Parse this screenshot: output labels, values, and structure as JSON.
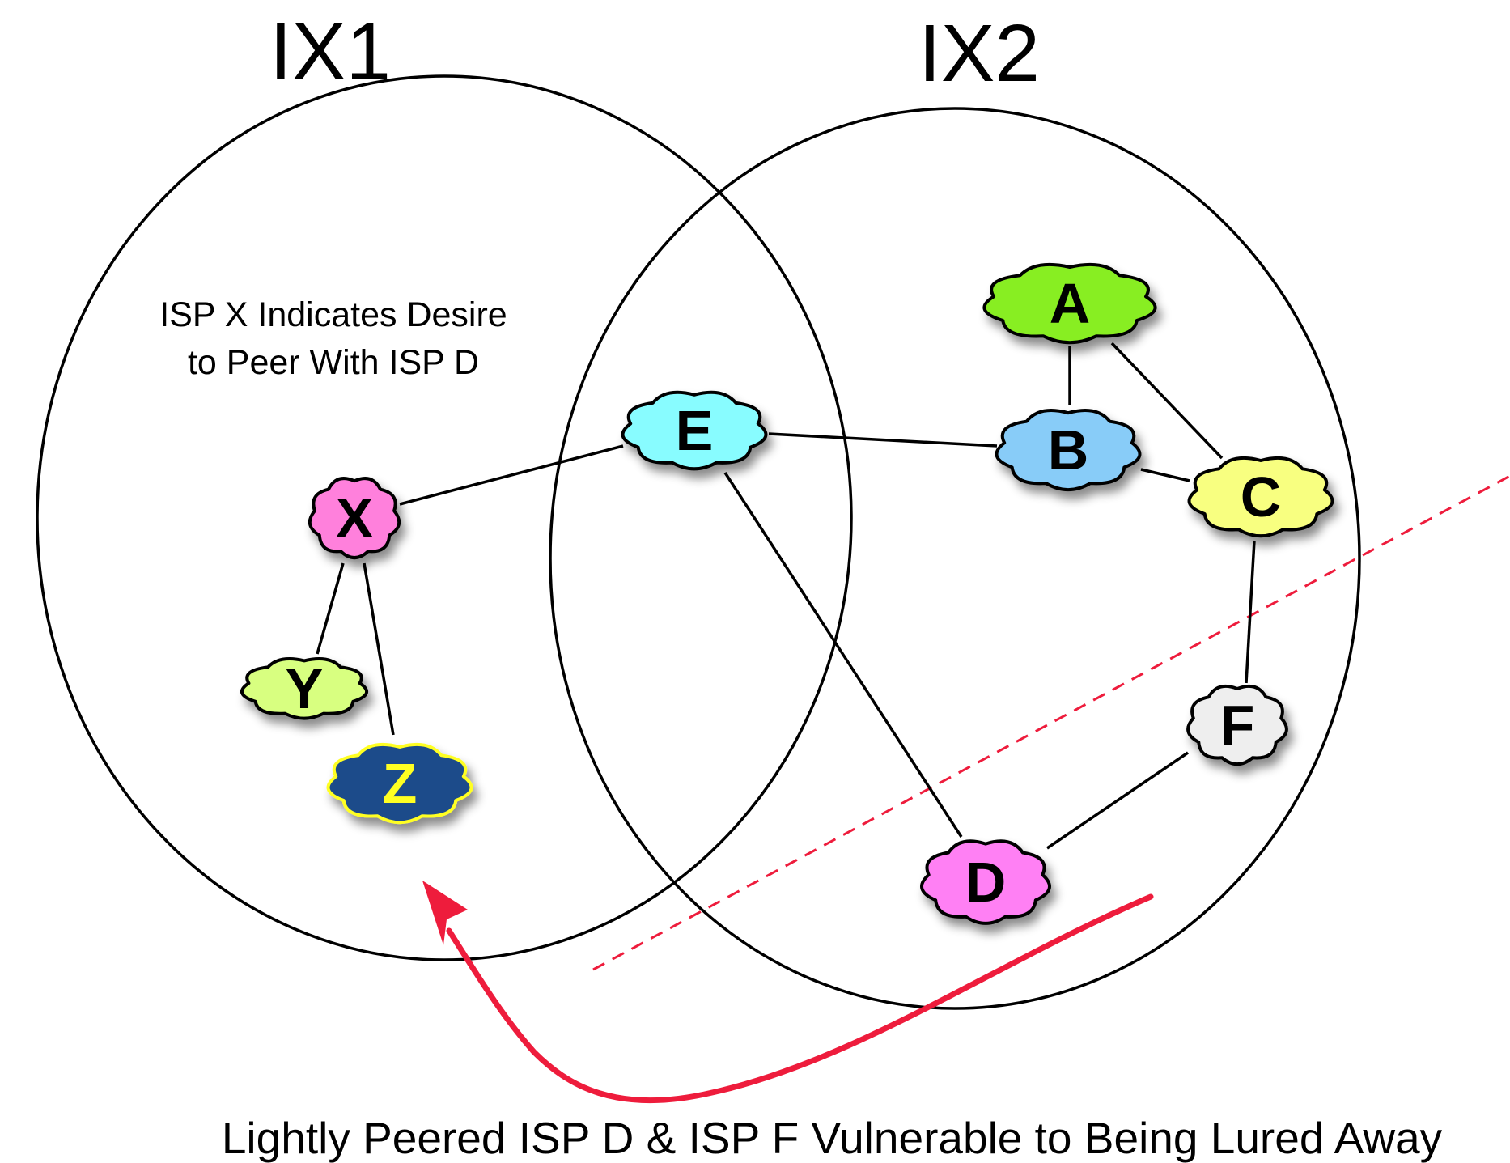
{
  "exchanges": {
    "ix1": {
      "label": "IX1"
    },
    "ix2": {
      "label": "IX2"
    }
  },
  "note": {
    "line1": "ISP X Indicates Desire",
    "line2": "to Peer With ISP D"
  },
  "caption": "Lightly Peered ISP D & ISP F Vulnerable to Being Lured Away",
  "nodes": {
    "a": {
      "label": "A",
      "color": "#88ee22",
      "text_color": "#000000"
    },
    "b": {
      "label": "B",
      "color": "#88ccf8",
      "text_color": "#000000"
    },
    "c": {
      "label": "C",
      "color": "#f8ff80",
      "text_color": "#000000"
    },
    "d": {
      "label": "D",
      "color": "#ff80f4",
      "text_color": "#000000"
    },
    "e": {
      "label": "E",
      "color": "#88fcff",
      "text_color": "#000000"
    },
    "f": {
      "label": "F",
      "color": "#eeeeee",
      "text_color": "#000000"
    },
    "x": {
      "label": "X",
      "color": "#ff80dc",
      "text_color": "#000000"
    },
    "y": {
      "label": "Y",
      "color": "#d8ff80",
      "text_color": "#000000"
    },
    "z": {
      "label": "Z",
      "color": "#1e4c8a",
      "text_color": "#ffff22"
    }
  },
  "links": [
    [
      "a",
      "b"
    ],
    [
      "a",
      "c"
    ],
    [
      "b",
      "c"
    ],
    [
      "e",
      "b"
    ],
    [
      "x",
      "e"
    ],
    [
      "x",
      "y"
    ],
    [
      "x",
      "z"
    ],
    [
      "e",
      "d"
    ],
    [
      "c",
      "f"
    ],
    [
      "f",
      "d"
    ]
  ],
  "colors": {
    "arrow": "#ee1c3c",
    "divider": "#ee1c3c"
  }
}
